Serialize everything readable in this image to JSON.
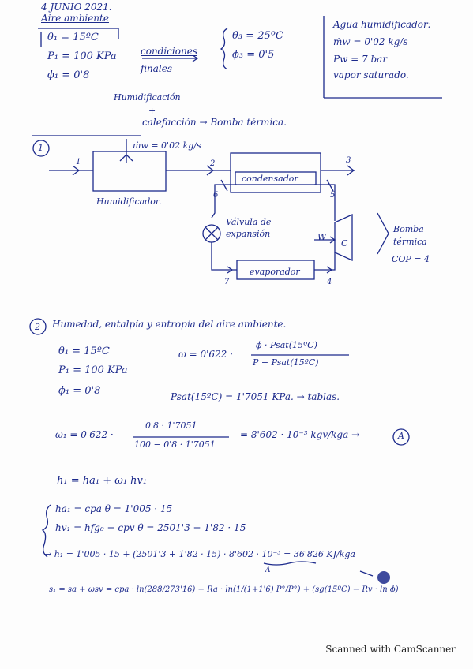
{
  "header": {
    "date": "4 JUNIO 2021.",
    "title": "Aire ambiente"
  },
  "initial": {
    "t1": "θ₁ = 15ºC",
    "p1": "P₁ = 100 KPa",
    "phi1": "ϕ₁ = 0'8"
  },
  "final_label": {
    "line1": "condiciones",
    "line2": "finales"
  },
  "final": {
    "t3": "θ₃ = 25ºC",
    "phi3": "ϕ₃ = 0'5"
  },
  "water_box": {
    "title": "Agua humidificador:",
    "mw": "ṁw = 0'02 kg/s",
    "pw": "Pw = 7 bar",
    "state": "vapor saturado."
  },
  "process": {
    "line1": "Humidificación",
    "plus": "+",
    "line2": "calefacción → Bomba térmica."
  },
  "section1": {
    "number": "1",
    "mw_label": "ṁw = 0'02 kg/s",
    "state1": "1",
    "state2": "2",
    "state3": "3",
    "state4": "4",
    "state5": "5",
    "state6": "6",
    "state7": "7",
    "humidifier": "Humidificador.",
    "condenser": "condensador",
    "valve_line1": "Válvula de",
    "valve_line2": "expansión",
    "evaporator": "evaporador",
    "work": "W",
    "compressor": "C",
    "heat_pump_line1": "Bomba",
    "heat_pump_line2": "térmica",
    "cop": "COP = 4"
  },
  "section2": {
    "number": "2",
    "heading": "Humedad, entalpía y entropía del aire ambiente.",
    "t1": "θ₁ = 15ºC",
    "p1": "P₁ = 100 KPa",
    "phi1": "ϕ₁ = 0'8",
    "omega_formula_left": "ω = 0'622 ·",
    "omega_num": "ϕ · Psat(15ºC)",
    "omega_den": "P − Psat(15ºC)",
    "psat": "Psat(15ºC) = 1'7051 KPa. → tablas.",
    "omega1_left": "ω₁ = 0'622 ·",
    "omega1_num": "0'8 · 1'7051",
    "omega1_den": "100 − 0'8 · 1'7051",
    "omega1_result": "= 8'602 · 10⁻³ kgv/kga →",
    "marker_a": "A",
    "h1_eq": "h₁ = ha₁ + ω₁ hv₁",
    "ha1": "ha₁ = cpa θ = 1'005 · 15",
    "hv1": "hv₁ = hfg₀ + cpv θ = 2501'3 + 1'82 · 15",
    "h1_result": "→ h₁ = 1'005 · 15 + (2501'3 + 1'82 · 15) · 8'602 · 10⁻³ = 36'826 KJ/kga",
    "marker_a_small": "A",
    "s1_eq": "s₁ = sa + ωsv = cpa · ln(288/273'16) − Ra · ln(1/(1+1'6) P°/P°) + (sg(15ºC) − Rv · ln ϕ)"
  },
  "footer": "Scanned with CamScanner"
}
